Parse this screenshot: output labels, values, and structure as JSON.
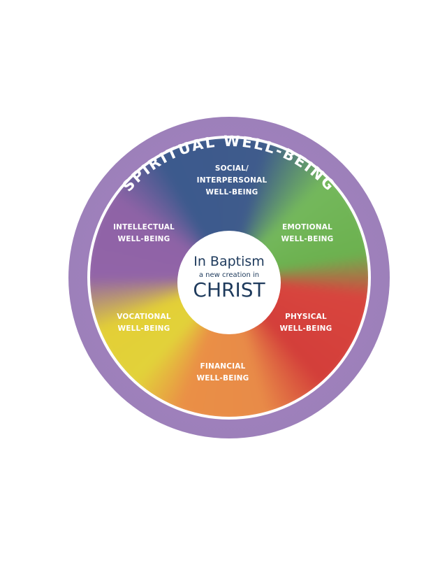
{
  "outer_ring": {
    "label": "SPIRITUAL WELL-BEING"
  },
  "segments": [
    {
      "line1": "SOCIAL/",
      "line2": "INTERPERSONAL",
      "line3": "WELL-BEING",
      "color": "#3c5a8d"
    },
    {
      "line1": "EMOTIONAL",
      "line2": "WELL-BEING",
      "color": "#6cb14f"
    },
    {
      "line1": "PHYSICAL",
      "line2": "WELL-BEING",
      "color": "#d8453e"
    },
    {
      "line1": "FINANCIAL",
      "line2": "WELL-BEING",
      "color": "#e88b48"
    },
    {
      "line1": "VOCATIONAL",
      "line2": "WELL-BEING",
      "color": "#e2d23a"
    },
    {
      "line1": "INTELLECTUAL",
      "line2": "WELL-BEING",
      "color": "#9264a8"
    }
  ],
  "center": {
    "line1": "In Baptism",
    "line2": "a new creation in",
    "line3": "CHRIST"
  }
}
